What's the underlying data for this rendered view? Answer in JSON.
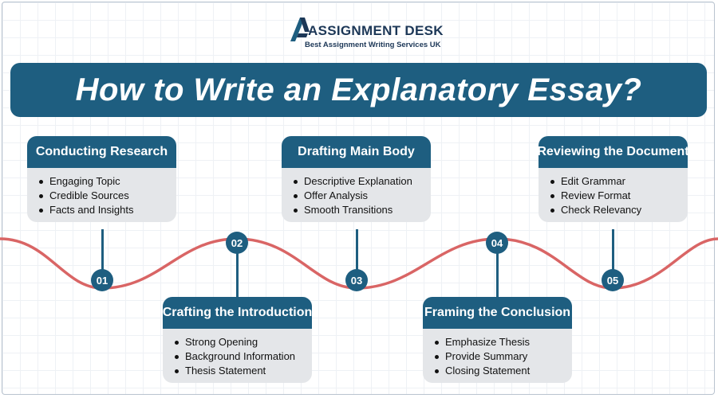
{
  "brand": {
    "name": "ASSIGNMENT DESK",
    "tagline": "Best Assignment Writing Services UK"
  },
  "title": "How to Write an Explanatory Essay?",
  "colors": {
    "primary": "#1e5e80",
    "wave": "#d96565",
    "card_bg": "#e4e6e9",
    "logo_text": "#1c3757"
  },
  "steps": [
    {
      "number": "01",
      "title": "Conducting Research",
      "items": [
        "Engaging Topic",
        "Credible Sources",
        "Facts and Insights"
      ]
    },
    {
      "number": "02",
      "title": "Crafting the Introduction",
      "items": [
        "Strong Opening",
        "Background Information",
        "Thesis Statement"
      ]
    },
    {
      "number": "03",
      "title": "Drafting Main Body",
      "items": [
        "Descriptive Explanation",
        "Offer Analysis",
        "Smooth Transitions"
      ]
    },
    {
      "number": "04",
      "title": "Framing the Conclusion",
      "items": [
        "Emphasize Thesis",
        "Provide Summary",
        "Closing Statement"
      ]
    },
    {
      "number": "05",
      "title": "Reviewing the Document",
      "items": [
        "Edit Grammar",
        "Review Format",
        "Check Relevancy"
      ]
    }
  ]
}
